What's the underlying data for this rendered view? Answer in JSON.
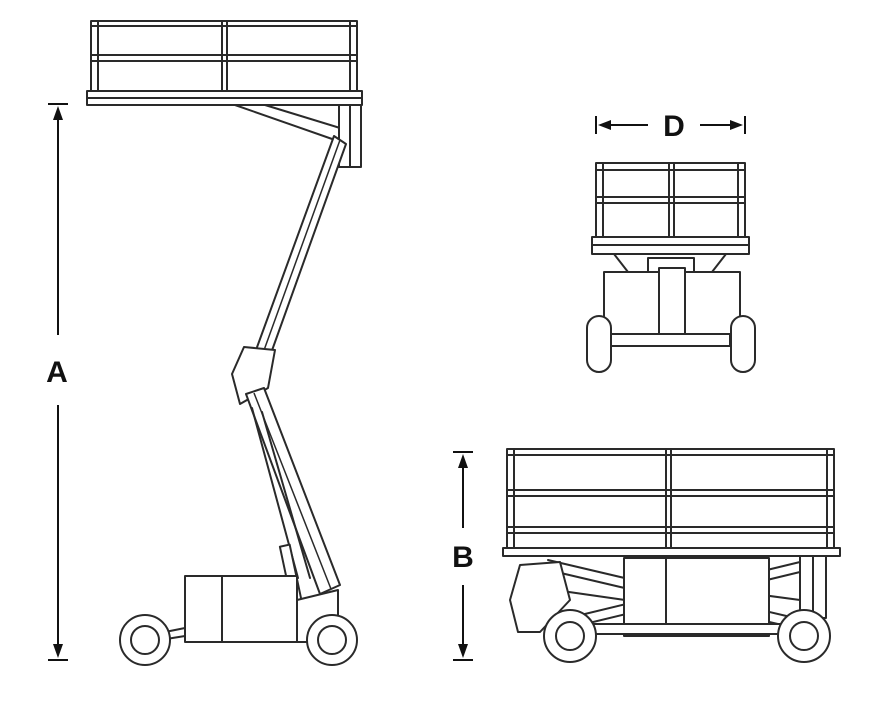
{
  "diagram": {
    "labels": {
      "a": "A",
      "b": "B",
      "d": "D"
    },
    "colors": {
      "line": "#2a2a2a",
      "background": "#ffffff"
    }
  }
}
